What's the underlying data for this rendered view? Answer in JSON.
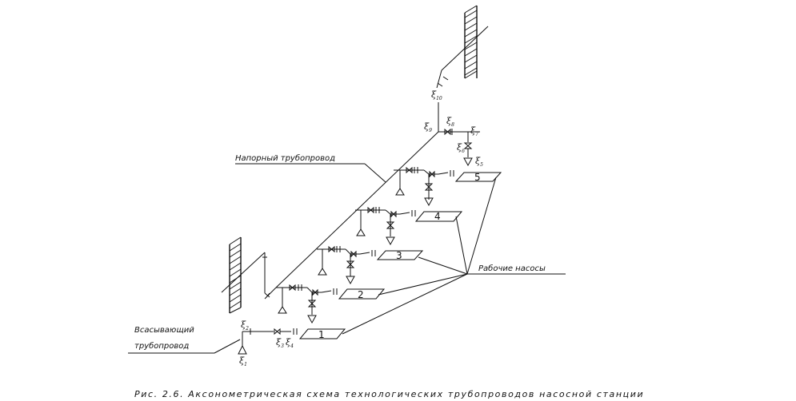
{
  "labels": {
    "discharge": "Напорный трубопровод",
    "suction_line1": "Всасывающий",
    "suction_line2": "трубопровод",
    "pumps": "Рабочие насосы"
  },
  "pumps": [
    "1",
    "2",
    "3",
    "4",
    "5"
  ],
  "xi": {
    "x1": "ξ",
    "x1s": "1",
    "x2": "ξ",
    "x2s": "2",
    "x3": "ξ",
    "x3s": "3",
    "x4": "ξ",
    "x4s": "4",
    "x5": "ξ",
    "x5s": "5",
    "x6": "ξ",
    "x6s": "6",
    "x7": "ξ",
    "x7s": "7",
    "x8": "ξ",
    "x8s": "8",
    "x9": "ξ",
    "x9s": "9",
    "x10": "ξ",
    "x10s": "10"
  },
  "caption": "Рис. 2.6. Аксонометрическая схема технологических трубопроводов насосной станции"
}
